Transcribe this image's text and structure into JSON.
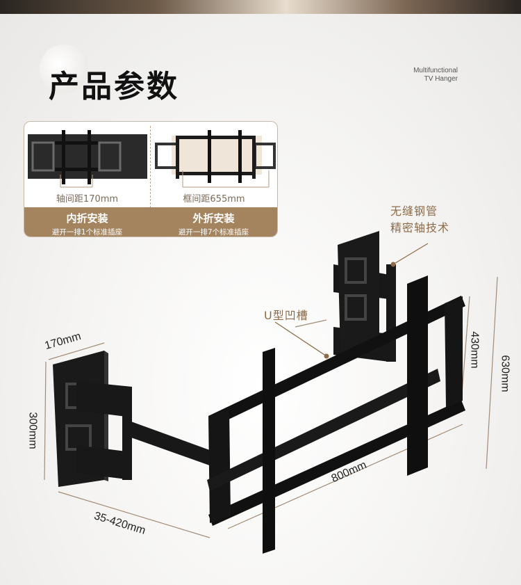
{
  "header": {
    "title": "产品参数",
    "brand_line1": "Multifunctional",
    "brand_line2": "TV Hanger"
  },
  "card": {
    "left": {
      "dimension": "轴间距170mm",
      "heading": "内折安装",
      "sub": "避开一排1个标准插座"
    },
    "right": {
      "dimension": "框间距655mm",
      "heading": "外折安装",
      "sub": "避开一排7个标准插座"
    }
  },
  "callouts": {
    "pipe_line1": "无缝钢管",
    "pipe_line2": "精密轴技术",
    "groove": "U型凹槽"
  },
  "dimensions": {
    "d170": "170mm",
    "d300": "300mm",
    "d35_420": "35-420mm",
    "d800": "800mm",
    "d430": "430mm",
    "d630": "630mm"
  },
  "colors": {
    "accent": "#a4845f",
    "callout_text": "#8d6b48",
    "bracket": "#141414"
  }
}
